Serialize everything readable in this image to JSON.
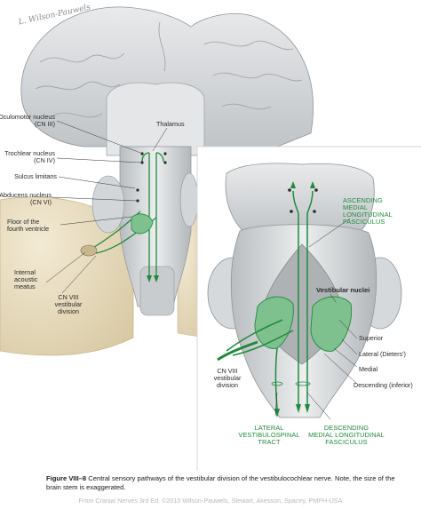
{
  "signature": "L. Wilson-Pauwels",
  "left_panel": {
    "labels": {
      "thalamus": "Thalamus",
      "oculomotor": [
        "Oculomotor nucleus",
        "(CN III)"
      ],
      "trochlear": [
        "Trochlear nucleus",
        "(CN IV)"
      ],
      "sulcus": "Sulcus limitans",
      "abducens": [
        "Abducens nucleus",
        "(CN VI)"
      ],
      "floor": [
        "Floor of the",
        "fourth ventricle"
      ],
      "meatus": [
        "Internal",
        "acoustic",
        "meatus"
      ],
      "cn8_left": [
        "CN VIII",
        "vestibular",
        "division"
      ]
    }
  },
  "right_panel": {
    "labels": {
      "ascending_mlf": [
        "ASCENDING",
        "MEDIAL",
        "LONGITUDINAL",
        "FASCICULUS"
      ],
      "vestibular_nuclei": "Vestibular nuclei",
      "superior": "Superior",
      "lateral": "Lateral (Dieters')",
      "medial": "Medial",
      "descending": "Descending (inferior)",
      "cn8_right": [
        "CN VIII",
        "vestibular",
        "division"
      ],
      "lateral_tract": [
        "LATERAL",
        "VESTIBULOSPINAL",
        "TRACT"
      ],
      "descending_mlf": [
        "DESCENDING",
        "MEDIAL LONGITUDINAL",
        "FASCICULUS"
      ]
    }
  },
  "caption": {
    "figure_label": "Figure VIII–8",
    "text": " Central sensory pathways of the vestibular division of the vestibulocochlear nerve. Note, the size of the brain stem is exaggerated."
  },
  "credit": "From Cranial Nerves 3rd Ed. ©2010 Wilson-Pauwels, Stewart, Akesson, Spacey, PMPH-USA",
  "colors": {
    "pathway": "#1f8a3c",
    "tissue": "#cfd2d4",
    "bone": "#e8dcc0"
  }
}
